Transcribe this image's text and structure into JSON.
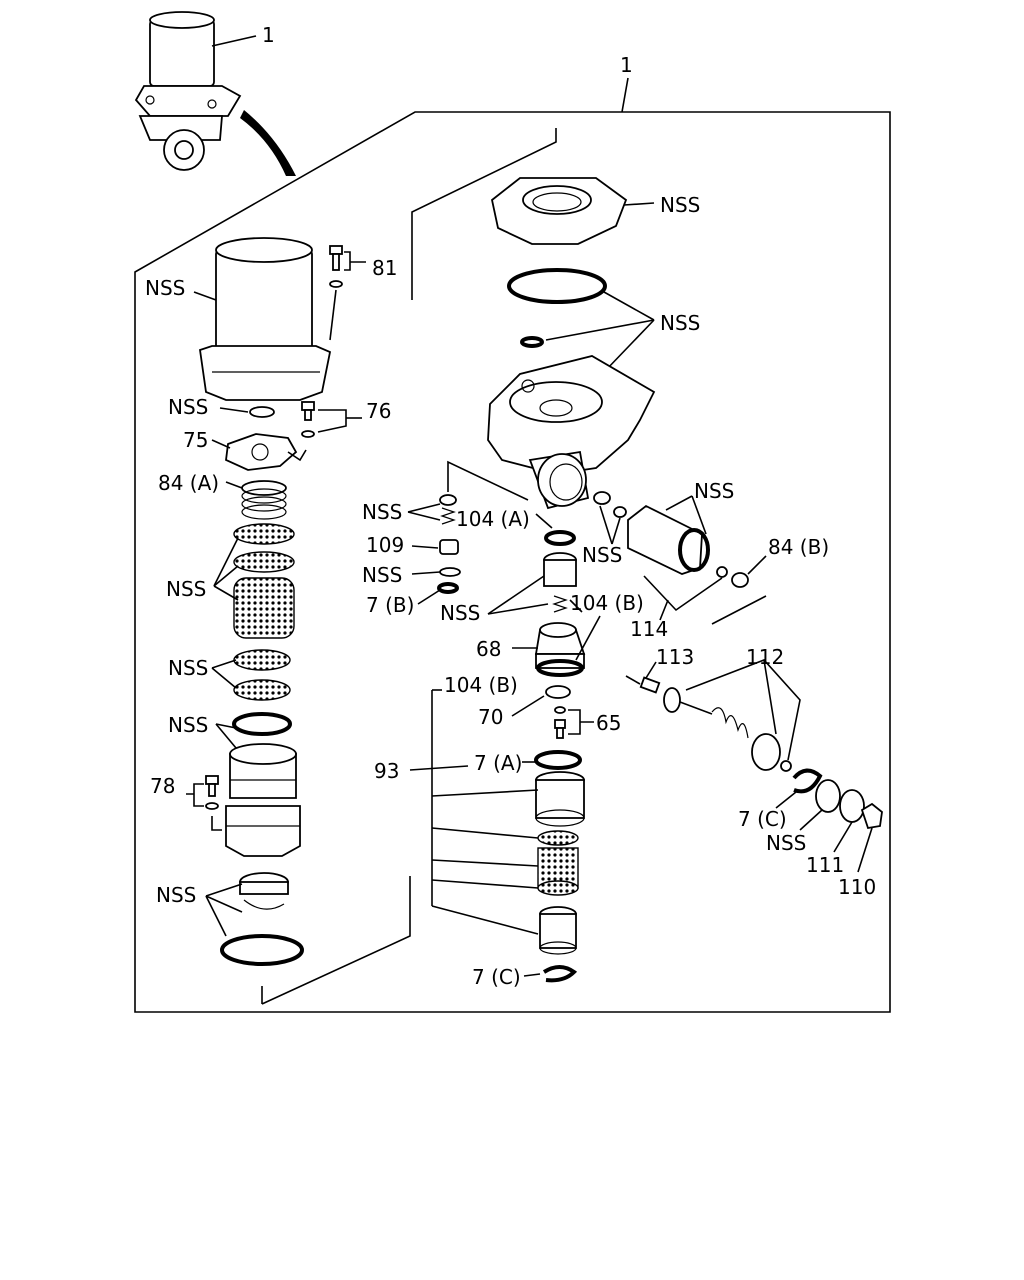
{
  "diagram": {
    "labels": {
      "l1_top": "1",
      "l1_frame": "1",
      "nss_canister": "NSS",
      "l81": "81",
      "nss_topcover": "NSS",
      "nss_orings": "NSS",
      "nss_washer": "NSS",
      "l76": "76",
      "l75": "75",
      "l84a": "84 (A)",
      "nss_filters": "NSS",
      "nss_screens": "NSS",
      "nss_ring": "NSS",
      "l78": "78",
      "nss_bottom": "NSS",
      "nss_valve": "NSS",
      "l104a": "104 (A)",
      "l109": "109",
      "nss_seal": "NSS",
      "l7b": "7 (B)",
      "nss_spring": "NSS",
      "nss_fitting": "NSS",
      "nss_heater": "NSS",
      "l84b": "84 (B)",
      "l104b_1": "104 (B)",
      "l114": "114",
      "l68": "68",
      "l104b_2": "104 (B)",
      "l113": "113",
      "l112": "112",
      "l70": "70",
      "l65": "65",
      "l93": "93",
      "l7a": "7 (A)",
      "l7c_1": "7 (C)",
      "nss_plate": "NSS",
      "l111": "111",
      "l110": "110",
      "l7c_2": "7 (C)"
    }
  }
}
